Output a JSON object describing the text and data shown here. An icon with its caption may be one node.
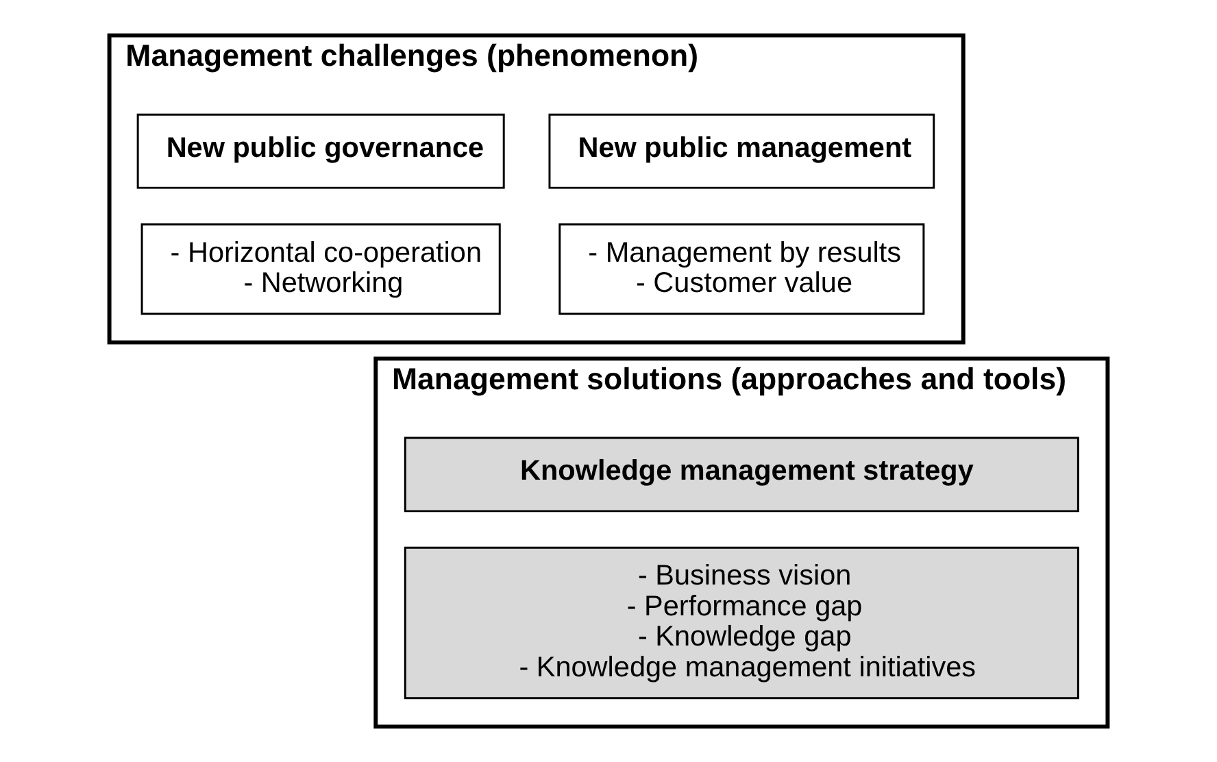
{
  "diagram": {
    "nodes": [
      {
        "text": [
          "Management challenges (phenomenon)"
        ]
      },
      {
        "text": [
          "New public management"
        ],
        "in": 0
      },
      {
        "text": [
          "- Management by results",
          "- Customer value"
        ],
        "in": 0
      },
      {
        "text": [
          "New public governance"
        ],
        "in": 0
      },
      {
        "text": [
          "- Horizontal co-operation",
          "- Networking"
        ],
        "in": 0
      },
      {
        "text": [
          "Management solutions (approaches and tools)"
        ]
      },
      {
        "text": [
          "Knowledge management strategy"
        ],
        "in": 5
      },
      {
        "text": [
          "- Business vision",
          "- Performance gap",
          "- Knowledge gap",
          "- Knowledge management initiatives"
        ],
        "in": 5
      }
    ]
  }
}
